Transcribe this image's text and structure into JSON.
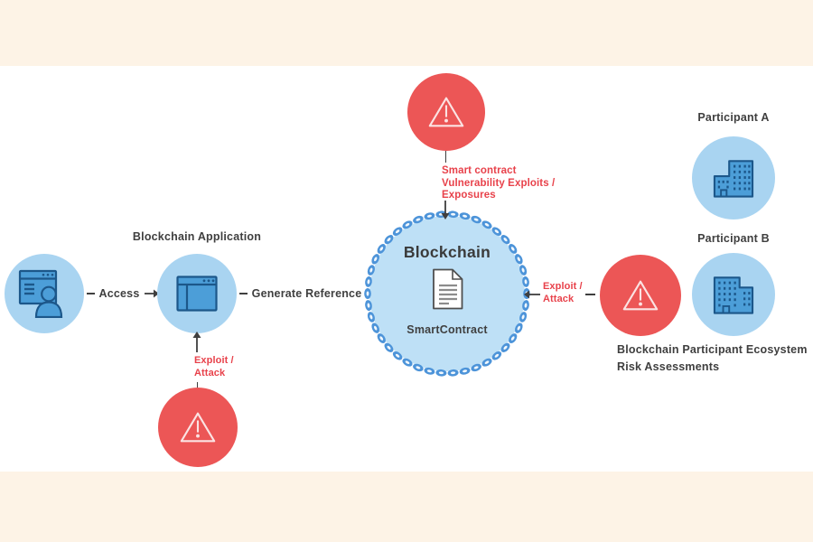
{
  "diagram": {
    "nodes": {
      "user": {
        "icon": "user-browser-icon"
      },
      "app": {
        "label": "Blockchain Application"
      },
      "blockchain": {
        "title": "Blockchain",
        "contract": "SmartContract"
      },
      "participant_a": {
        "label": "Participant A"
      },
      "participant_b": {
        "label": "Participant B"
      }
    },
    "edges": {
      "access": "Access",
      "generate_reference": "Generate Reference"
    },
    "threats": {
      "smart_contract": {
        "line1": "Smart contract",
        "line2": "Vulnerability Exploits /",
        "line3": "Exposures"
      },
      "app_attack": {
        "line1": "Exploit /",
        "line2": "Attack"
      },
      "participant_attack": {
        "line1": "Exploit /",
        "line2": "Attack"
      }
    },
    "caption": {
      "line1": "Blockchain Participant Ecosystem",
      "line2": "Risk Assessments"
    }
  },
  "colors": {
    "background_band": "#fdf3e6",
    "canvas": "#ffffff",
    "node_blue": "#a9d4f1",
    "blockchain_fill": "#bee0f6",
    "chain_blue": "#4d94d9",
    "chain_hole": "#f2f8fd",
    "icon_fill": "#4c9ed8",
    "icon_outline": "#1c578a",
    "alert_red": "#ec5656",
    "threat_text_red": "#e8424b",
    "text_dark": "#3f3f3f"
  }
}
